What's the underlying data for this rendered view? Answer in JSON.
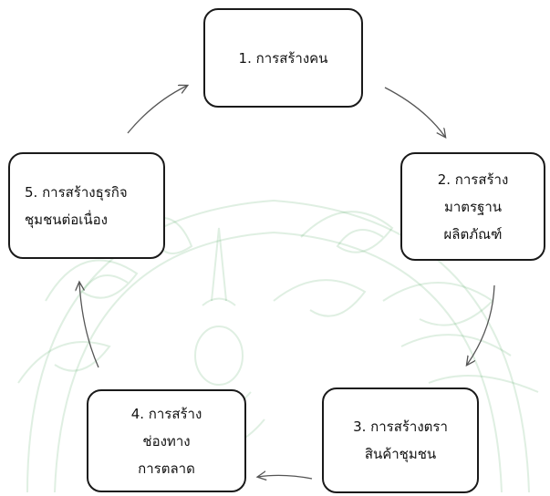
{
  "colors": {
    "border": "#1a1a1a",
    "text": "#111111",
    "arrow": "#555555",
    "watermark": "#3a9a4a"
  },
  "watermark_icon": "thai-royal-emblem-watermark",
  "nodes": [
    {
      "lines": [
        "1. การสร้างคน"
      ]
    },
    {
      "lines": [
        "2. การสร้าง",
        "มาตรฐาน",
        "ผลิตภัณฑ์"
      ]
    },
    {
      "lines": [
        "3. การสร้างตรา",
        "สินค้าชุมชน"
      ]
    },
    {
      "lines": [
        "4. การสร้าง",
        "ช่องทาง",
        "การตลาด"
      ]
    },
    {
      "lines": [
        "5. การสร้างธุรกิจ",
        "ชุมชนต่อเนื่อง"
      ]
    }
  ]
}
